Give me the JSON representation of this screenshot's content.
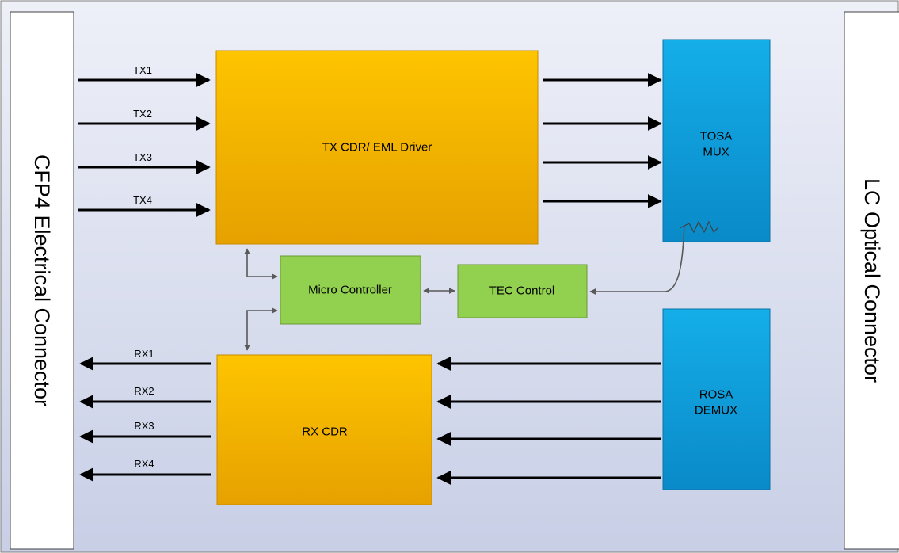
{
  "left_connector": {
    "label": "CFP4 Electrical Connector"
  },
  "right_connector": {
    "label": "LC Optical Connector"
  },
  "blocks": {
    "tx_cdr": {
      "label": "TX CDR/ EML Driver"
    },
    "rx_cdr": {
      "label": "RX CDR"
    },
    "tosa": {
      "label_line1": "TOSA",
      "label_line2": "MUX"
    },
    "rosa": {
      "label_line1": "ROSA",
      "label_line2": "DEMUX"
    },
    "micro_controller": {
      "label": "Micro Controller"
    },
    "tec_control": {
      "label": "TEC Control"
    }
  },
  "tx_lanes": [
    "TX1",
    "TX2",
    "TX3",
    "TX4"
  ],
  "rx_lanes": [
    "RX1",
    "RX2",
    "RX3",
    "RX4"
  ],
  "colors": {
    "background_gradient": [
      "#f6f7fb",
      "#cdd3e8"
    ],
    "orange_block": [
      "#fdc000",
      "#e8a200"
    ],
    "blue_block": [
      "#12a8e6",
      "#0c8ecb"
    ],
    "green_block": "#92d050",
    "arrow": "#000000",
    "control_arrow": "#595959"
  }
}
